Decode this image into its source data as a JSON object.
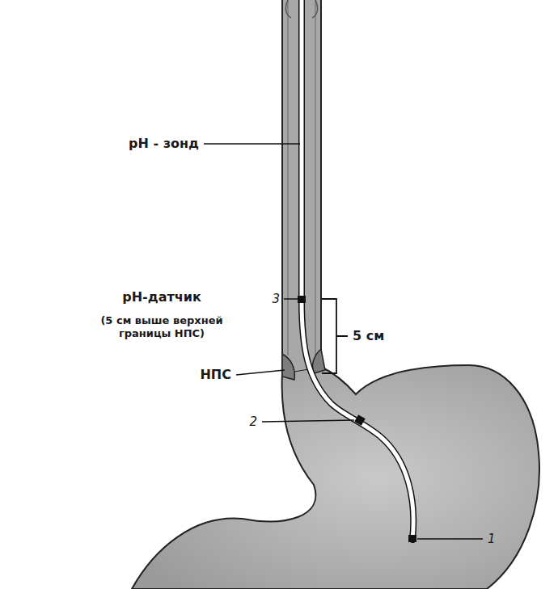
{
  "diagram": {
    "labels": [
      "pH - зонд",
      "pH-датчик",
      "(5 см выше верхней границы НПС)",
      "5 см",
      "НПС",
      "3",
      "2",
      "1"
    ]
  }
}
